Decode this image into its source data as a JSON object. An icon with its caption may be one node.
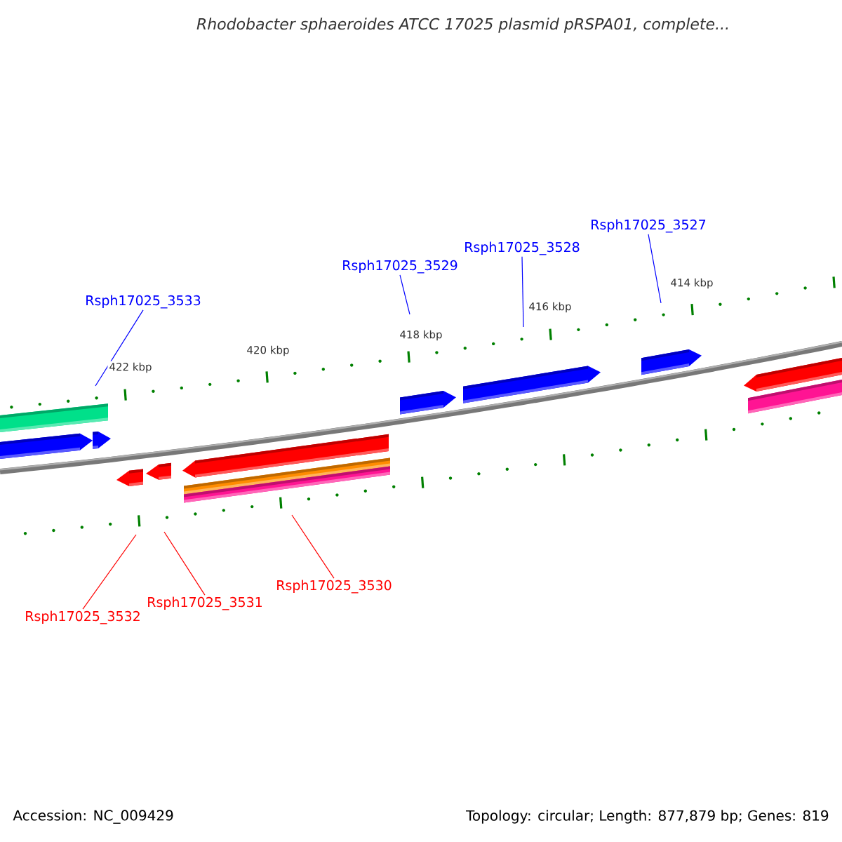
{
  "diagram": {
    "title": "Rhodobacter sphaeroides ATCC 17025 plasmid pRSPA01, complete...",
    "nodes": [
      {
        "text": [
          "Rsph17025_3533"
        ]
      },
      {
        "text": [
          "Rsph17025_3529"
        ]
      },
      {
        "text": [
          "Rsph17025_3528"
        ]
      },
      {
        "text": [
          "Rsph17025_3527"
        ]
      },
      {
        "text": [
          "Rsph17025_3532"
        ]
      },
      {
        "text": [
          "Rsph17025_3531"
        ]
      },
      {
        "text": [
          "Rsph17025_3530"
        ]
      }
    ],
    "edges": [
      {
        "from": 0,
        "to": null,
        "arrow": "none"
      },
      {
        "from": 1,
        "to": null,
        "arrow": "none"
      },
      {
        "from": 2,
        "to": null,
        "arrow": "none"
      },
      {
        "from": 3,
        "to": null,
        "arrow": "none"
      },
      {
        "from": 4,
        "to": null,
        "arrow": "none",
        "color": "#ff0000"
      },
      {
        "from": 5,
        "to": null,
        "arrow": "none",
        "color": "#ff0000"
      },
      {
        "from": 6,
        "to": null,
        "arrow": "none",
        "color": "#ff0000"
      }
    ],
    "labels": [
      "422 kbp",
      "420 kbp",
      "418 kbp",
      "416 kbp",
      "414 kbp",
      "Accession: NC_009429",
      "Topology: circular; Length: 877,879 bp; Genes: 819"
    ]
  }
}
